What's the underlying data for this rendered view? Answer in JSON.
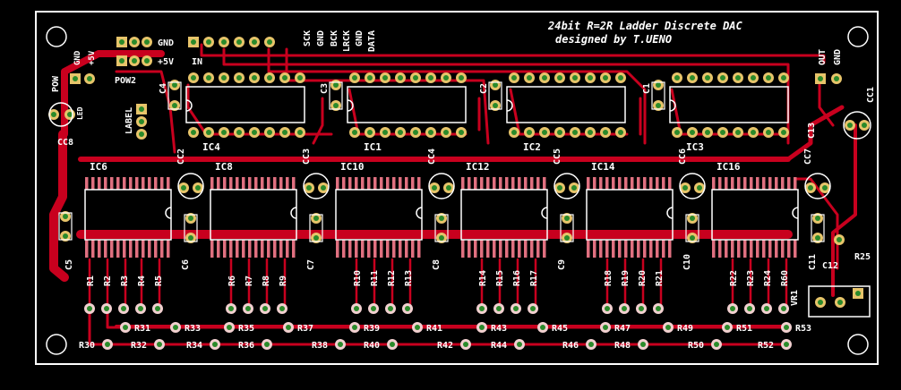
{
  "board": {
    "title_line1": "24bit R=2R Ladder Discrete DAC",
    "title_line2": "designed by T.UENO",
    "colors": {
      "background": "#000000",
      "top_copper": "#c8001e",
      "bottom_copper": "#8a0014",
      "pad": "#ffffff",
      "drill": "#2a8a2a",
      "silkscreen": "#ffffff",
      "outline": "#ffffff",
      "via_ring": "#e7c46a"
    }
  },
  "connectors": {
    "gnd_label": "GND",
    "p5v_label": "+5V",
    "in_label": "IN",
    "pow_label": "POW",
    "pow2_label": "POW2",
    "label_label": "LABEL",
    "sck": "SCK",
    "bck": "BCK",
    "lrck": "LRCK",
    "gnd2": "GND",
    "data": "DATA",
    "out": "OUT",
    "gnd_out": "GND",
    "pow_gnd": "GND",
    "pow_5v": "+5V"
  },
  "ics_top": [
    "IC4",
    "IC1",
    "IC2",
    "IC3"
  ],
  "caps_top": [
    "C4",
    "C3",
    "C2",
    "C1"
  ],
  "ics_bottom": [
    "IC6",
    "IC8",
    "IC10",
    "IC12",
    "IC14",
    "IC16"
  ],
  "ccs_bottom": [
    "CC2",
    "CC3",
    "CC4",
    "CC5",
    "CC6",
    "CC7"
  ],
  "caps_bottom": [
    "C5",
    "C6",
    "C7",
    "C8",
    "C9",
    "C10",
    "C11"
  ],
  "misc": {
    "cc1": "CC1",
    "cc8": "CC8",
    "c12": "C12",
    "c13": "C13",
    "r25": "R25",
    "vr1": "VR1",
    "led": "LED"
  },
  "resistor_groups": [
    [
      "R1",
      "R2",
      "R3",
      "R4",
      "R5"
    ],
    [
      "R6",
      "R7",
      "R8",
      "R9"
    ],
    [
      "R10",
      "R11",
      "R12",
      "R13"
    ],
    [
      "R14",
      "R15",
      "R16",
      "R17"
    ],
    [
      "R18",
      "R19",
      "R20",
      "R21"
    ],
    [
      "R22",
      "R23",
      "R24",
      "R60"
    ]
  ],
  "resistor_row_upper": [
    "R31",
    "R33",
    "R35",
    "R37",
    "R39",
    "R41",
    "R43",
    "R45",
    "R47",
    "R49",
    "R51",
    "R53"
  ],
  "resistor_row_lower": [
    "R30",
    "R32",
    "R34",
    "R36",
    "R38",
    "R40",
    "R42",
    "R44",
    "R46",
    "R48",
    "R50",
    "R52"
  ]
}
